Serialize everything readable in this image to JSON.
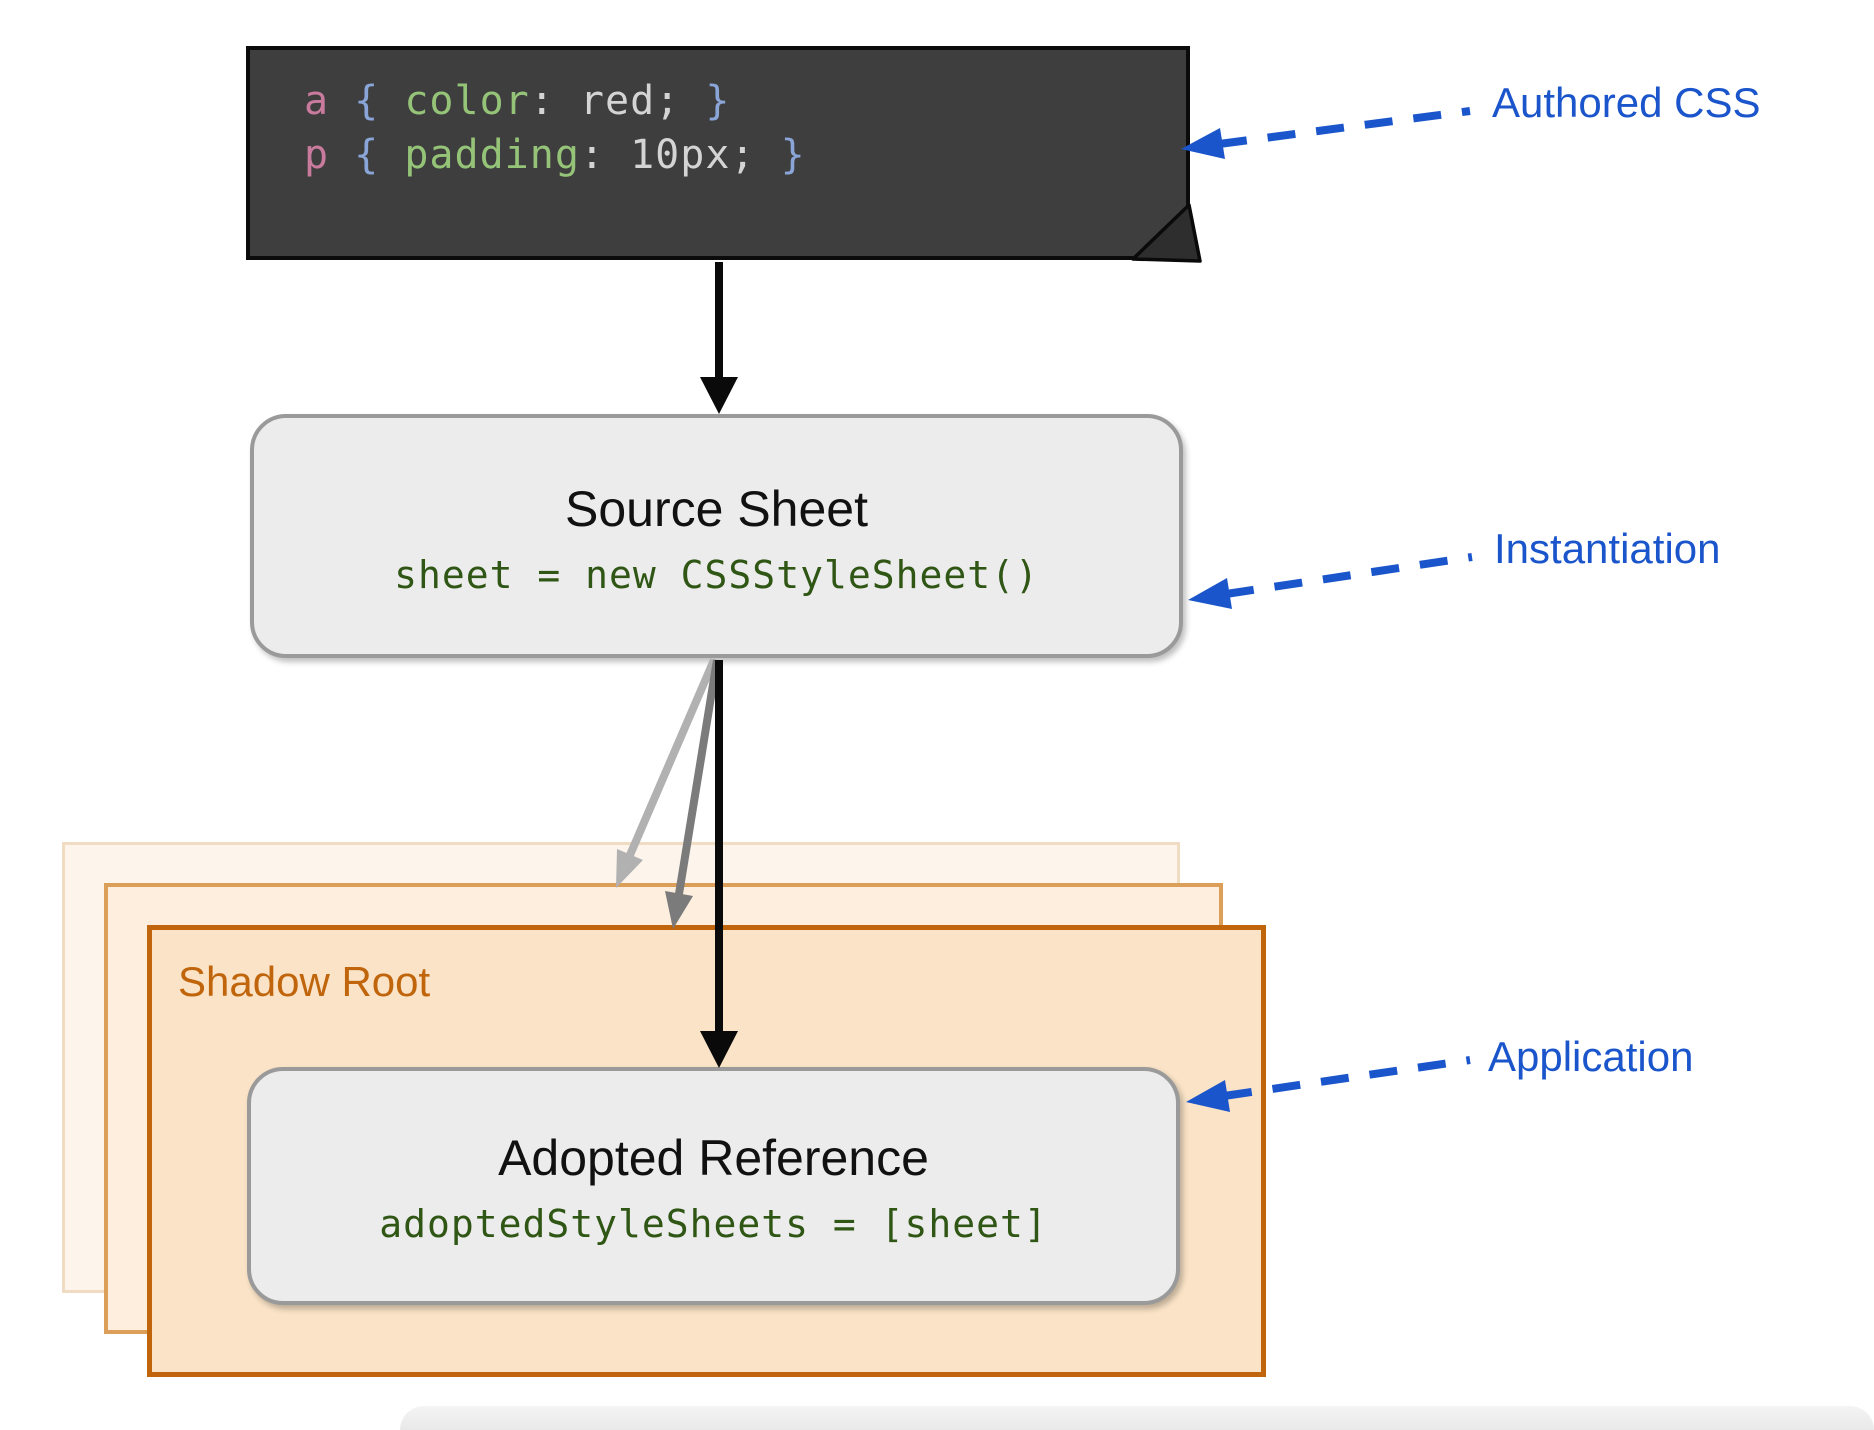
{
  "authored_box": {
    "lines": [
      [
        {
          "t": "a ",
          "k": "sel"
        },
        {
          "t": "{ ",
          "k": "br"
        },
        {
          "t": "color",
          "k": "prop"
        },
        {
          "t": ": red; ",
          "k": "val"
        },
        {
          "t": "}",
          "k": "br"
        }
      ],
      [
        {
          "t": "p ",
          "k": "sel"
        },
        {
          "t": "{ ",
          "k": "br"
        },
        {
          "t": "padding",
          "k": "prop"
        },
        {
          "t": ": 10px; ",
          "k": "val"
        },
        {
          "t": "}",
          "k": "br"
        }
      ]
    ]
  },
  "source_sheet": {
    "title": "Source Sheet",
    "code": "sheet = new CSSStyleSheet()"
  },
  "shadow_root": {
    "label": "Shadow Root"
  },
  "adopted": {
    "title": "Adopted Reference",
    "code": "adoptedStyleSheets = [sheet]"
  },
  "annotations": {
    "authored": "Authored CSS",
    "instantiation": "Instantiation",
    "application": "Application"
  },
  "colors": {
    "annotation_blue": "#1b55cb",
    "shadow_root_orange": "#c0650c",
    "code_green": "#2f5614",
    "dark_box_fill": "#3e3e3e",
    "gray_box_fill": "#ececec",
    "gray_box_border": "#9a9a9a",
    "syntax_selector_pink": "#c97b9e",
    "syntax_brace_blue": "#8aa5d8",
    "syntax_property_green": "#95c478",
    "syntax_value_gray": "#d4d4d4"
  }
}
